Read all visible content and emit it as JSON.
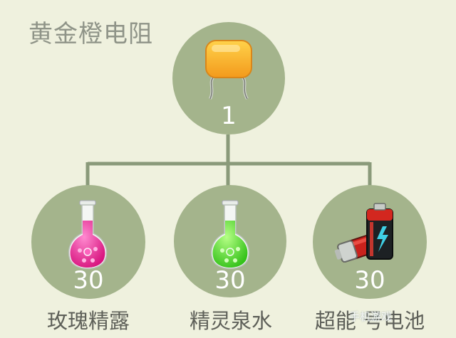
{
  "title": "黄金橙电阻",
  "top_item": {
    "icon": "orange-capacitor-icon",
    "count": "1"
  },
  "materials": [
    {
      "icon": "pink-potion-flask-icon",
      "count": "30",
      "name": "玫瑰精露"
    },
    {
      "icon": "green-potion-flask-icon",
      "count": "30",
      "name": "精灵泉水"
    },
    {
      "icon": "batteries-icon",
      "count": "30",
      "name": "超能 号电池"
    }
  ],
  "watermark": "手机游戏",
  "colors": {
    "background": "#eff1de",
    "node": "#a4b48c",
    "connector": "#8a9a7a",
    "title": "#8f9488",
    "label": "#5d5f58"
  }
}
